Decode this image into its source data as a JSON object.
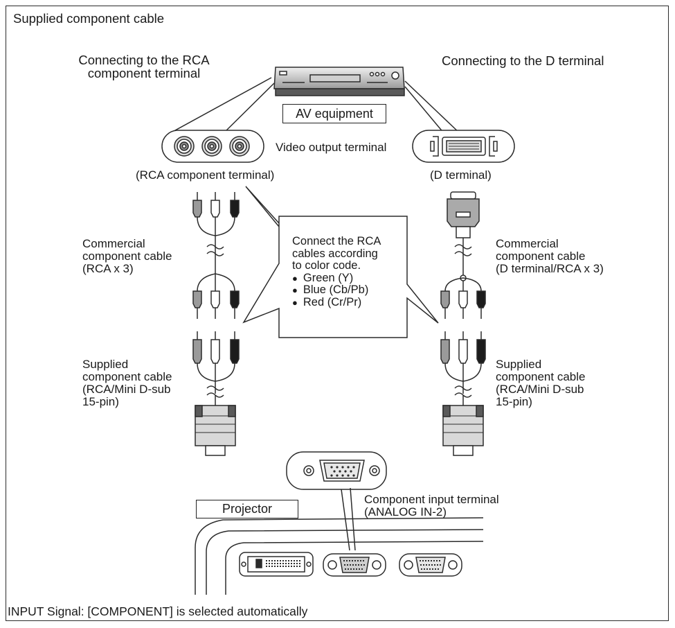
{
  "title": "Supplied component cable",
  "left_heading": [
    "Connecting to the RCA",
    "component terminal"
  ],
  "right_heading": "Connecting to the D terminal",
  "av_equipment_label": "AV equipment",
  "video_output_label": "Video output terminal",
  "rca_terminal_label": "(RCA component terminal)",
  "d_terminal_label": "(D terminal)",
  "left_commercial_cable": [
    "Commercial",
    "component cable",
    "(RCA x 3)"
  ],
  "right_commercial_cable": [
    "Commercial",
    "component cable",
    "(D terminal/RCA x 3)"
  ],
  "left_supplied_cable": [
    "Supplied",
    "component cable",
    "(RCA/Mini D-sub",
    "15-pin)"
  ],
  "right_supplied_cable": [
    "Supplied",
    "component cable",
    "(RCA/Mini D-sub",
    "15-pin)"
  ],
  "callout": {
    "lines": [
      "Connect the RCA",
      "cables according",
      "to color code."
    ],
    "bullets": [
      "Green (Y)",
      "Blue (Cb/Pb)",
      "Red (Cr/Pr)"
    ]
  },
  "projector_label": "Projector",
  "component_input_label": [
    "Component input terminal",
    "(ANALOG IN-2)"
  ],
  "footer": "INPUT Signal: [COMPONENT] is selected automatically",
  "colors": {
    "line": "#2b2b2b",
    "dark_plug": "#1c1c1c",
    "mid_plug": "#8a8a8a",
    "light_fill": "#e6e6e6"
  }
}
